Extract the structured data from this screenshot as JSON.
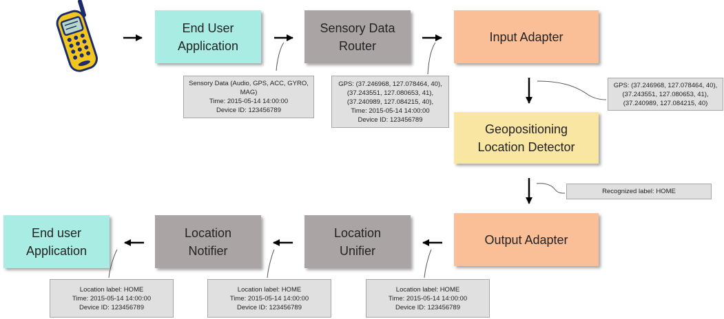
{
  "icons": {
    "phone": "mobile-phone-icon"
  },
  "boxes": {
    "end_user_app_top": "End User\nApplication",
    "sensory_router": "Sensory Data\nRouter",
    "input_adapter": "Input Adapter",
    "geo_detector": "Geopositioning\nLocation Detector",
    "output_adapter": "Output Adapter",
    "location_unifier": "Location\nUnifier",
    "location_notifier": "Location\nNotifier",
    "end_user_app_bottom": "End user\nApplication"
  },
  "notes": {
    "sensory": "Sensory Data (Audio, GPS, ACC, GYRO,\nMAG)\nTime: 2015-05-14 14:00:00\nDevice ID: 123456789",
    "gps_router": "GPS: (37.246968, 127.078464, 40),\n(37.243551, 127.080653, 41),\n(37.240989, 127.084215, 40),\nTime: 2015-05-14 14:00:00\nDevice ID: 123456789",
    "gps_adapter": "GPS: (37.246968, 127.078464, 40),\n(37.243551, 127.080653, 41),\n(37.240989, 127.084215, 40)",
    "recognized": "Recognized label: HOME",
    "loc_output": "Location label: HOME\nTime: 2015-05-14 14:00:00\nDevice ID: 123456789",
    "loc_unifier": "Location label: HOME\nTime: 2015-05-14 14:00:00\nDevice ID: 123456789",
    "loc_notifier": "Location label: HOME\nTime: 2015-05-14 14:00:00\nDevice ID: 123456789"
  },
  "colors": {
    "teal": "#a8ece4",
    "gray": "#aba4a5",
    "orange": "#fbbf98",
    "yellow": "#f8e6a2",
    "note_bg": "#e0e0e0"
  }
}
